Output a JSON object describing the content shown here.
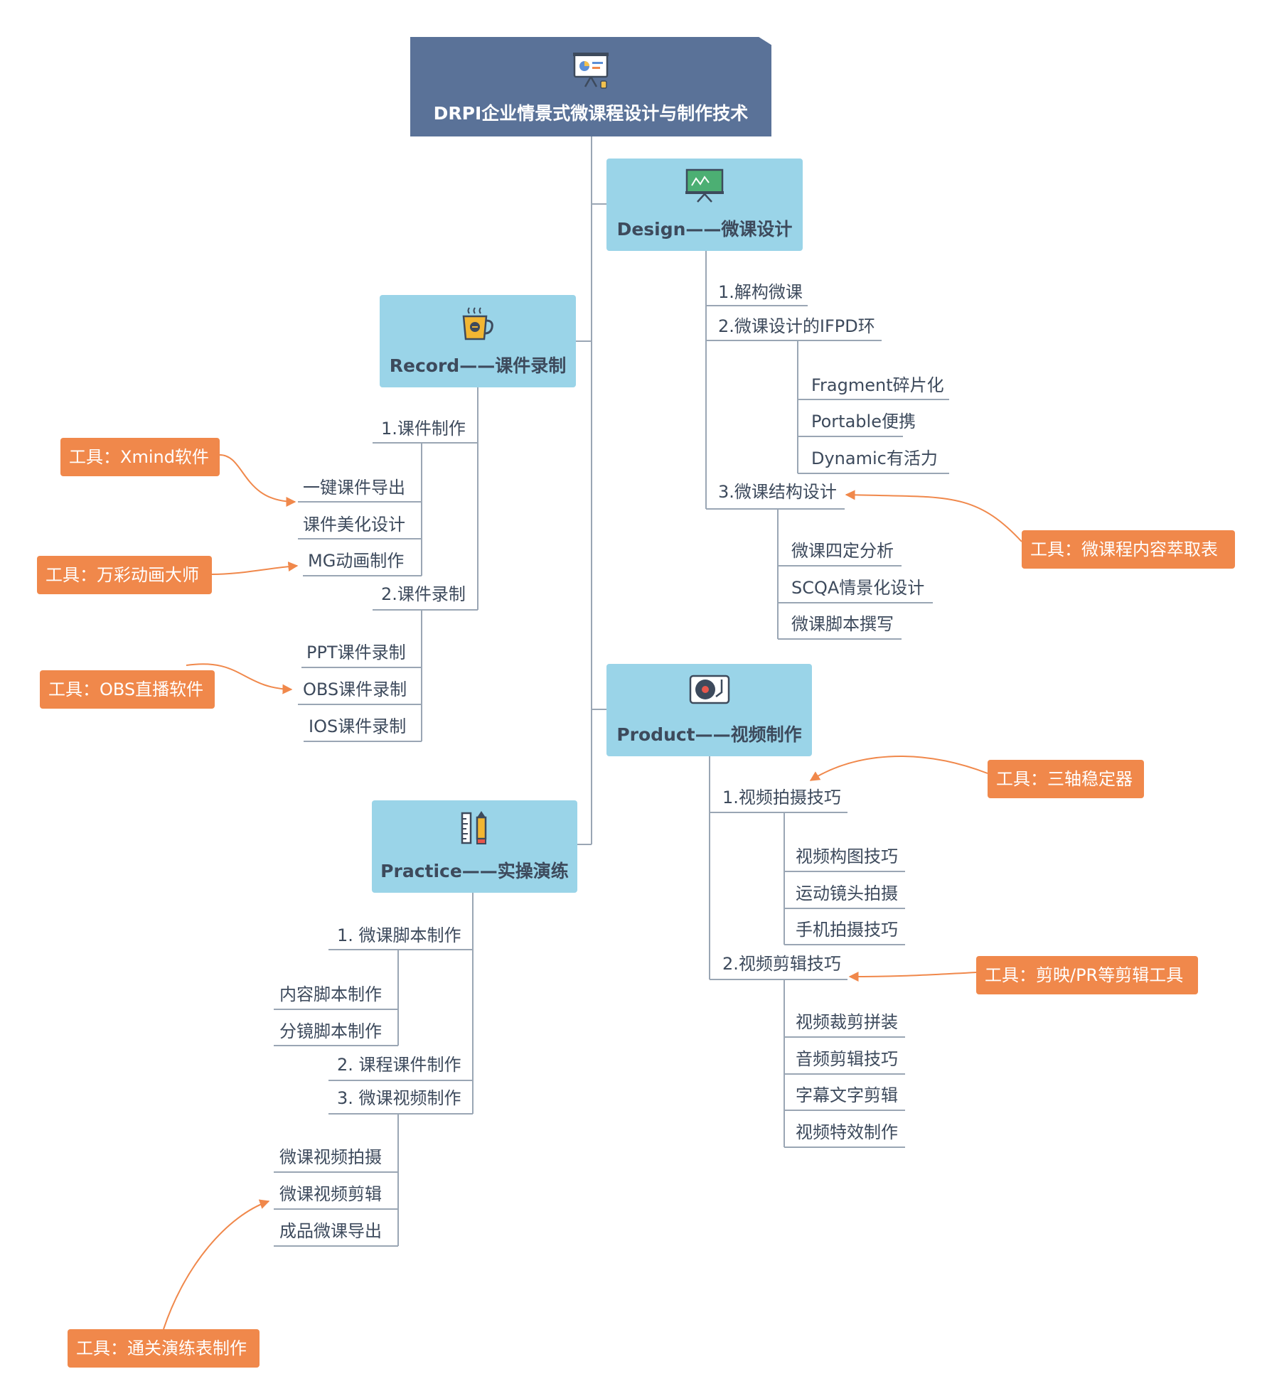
{
  "root": {
    "title": "DRPI企业情景式微课程设计与制作技术",
    "icon": "presentation-board-icon"
  },
  "branches": [
    {
      "key": "design",
      "title": "Design——微课设计",
      "icon": "whiteboard-chart-icon",
      "items": [
        {
          "label": "1.解构微课",
          "children": []
        },
        {
          "label": "2.微课设计的IFPD环",
          "children": [
            "Fragment碎片化",
            "Portable便携",
            "Dynamic有活力"
          ]
        },
        {
          "label": "3.微课结构设计",
          "children": [
            "微课四定分析",
            "SCQA情景化设计",
            "微课脚本撰写"
          ]
        }
      ]
    },
    {
      "key": "record",
      "title": "Record——课件录制",
      "icon": "coffee-mug-icon",
      "items": [
        {
          "label": "1.课件制作",
          "children": [
            "一键课件导出",
            "课件美化设计",
            "MG动画制作"
          ]
        },
        {
          "label": "2.课件录制",
          "children": [
            "PPT课件录制",
            "OBS课件录制",
            "IOS课件录制"
          ]
        }
      ]
    },
    {
      "key": "product",
      "title": "Product——视频制作",
      "icon": "record-player-icon",
      "items": [
        {
          "label": "1.视频拍摄技巧",
          "children": [
            "视频构图技巧",
            "运动镜头拍摄",
            "手机拍摄技巧"
          ]
        },
        {
          "label": "2.视频剪辑技巧",
          "children": [
            "视频裁剪拼装",
            "音频剪辑技巧",
            "字幕文字剪辑",
            "视频特效制作"
          ]
        }
      ]
    },
    {
      "key": "practice",
      "title": "Practice——实操演练",
      "icon": "ruler-pencil-icon",
      "items": [
        {
          "label": "1. 微课脚本制作",
          "children": [
            "内容脚本制作",
            "分镜脚本制作"
          ]
        },
        {
          "label": "2. 课程课件制作",
          "children": []
        },
        {
          "label": "3. 微课视频制作",
          "children": [
            "微课视频拍摄",
            "微课视频剪辑",
            "成品微课导出"
          ]
        }
      ]
    }
  ],
  "tools": [
    {
      "key": "xmind",
      "label": "工具：Xmind软件"
    },
    {
      "key": "wancai",
      "label": "工具：万彩动画大师"
    },
    {
      "key": "obs",
      "label": "工具：OBS直播软件"
    },
    {
      "key": "extract",
      "label": "工具：微课程内容萃取表"
    },
    {
      "key": "gimbal",
      "label": "工具：三轴稳定器"
    },
    {
      "key": "editing",
      "label": "工具：剪映/PR等剪辑工具"
    },
    {
      "key": "practice",
      "label": "工具：通关演练表制作"
    }
  ],
  "colors": {
    "root": "#5a7298",
    "main": "#9ad4e8",
    "tool": "#f0884b",
    "line": "#9aa6b4",
    "text": "#3d4a5c"
  }
}
